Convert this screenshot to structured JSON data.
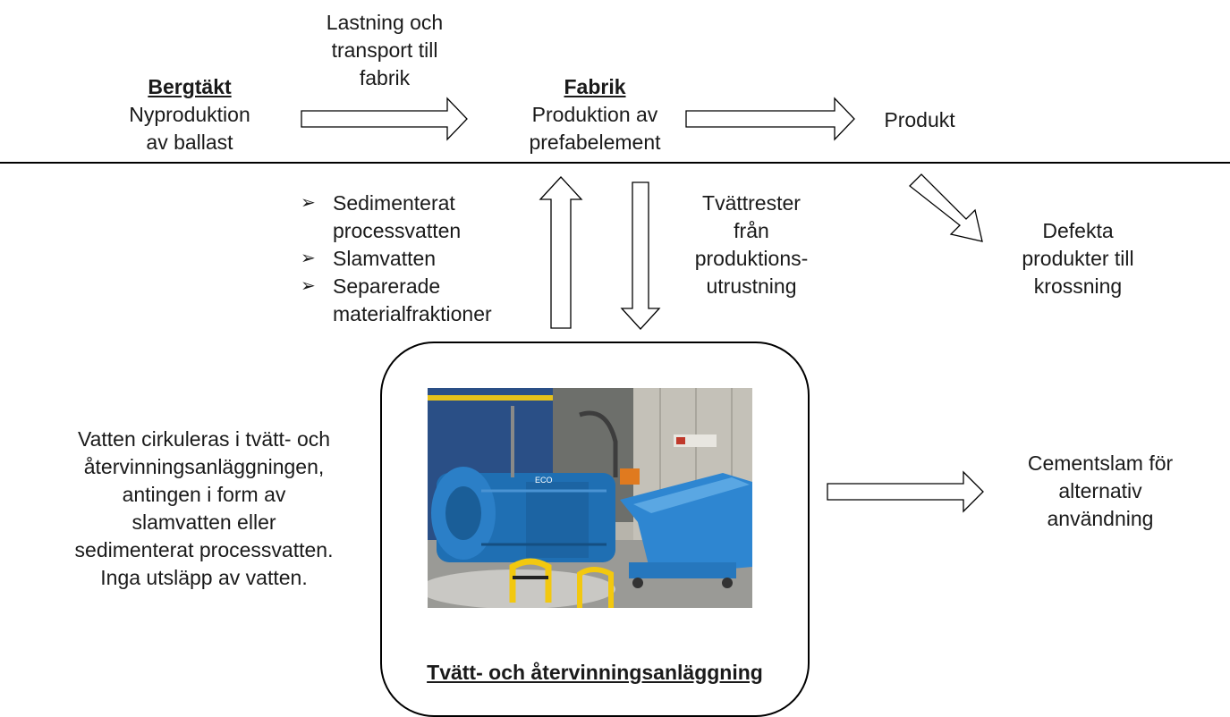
{
  "quarry": {
    "title": "Bergtäkt",
    "lines": [
      "Nyproduktion",
      "av ballast"
    ]
  },
  "transport": {
    "lines": [
      "Lastning och",
      "transport till",
      "fabrik"
    ]
  },
  "factory": {
    "title": "Fabrik",
    "lines": [
      "Produktion av",
      "prefabelement"
    ]
  },
  "product": {
    "label": "Produkt"
  },
  "returns": {
    "items": [
      {
        "lines": [
          "Sedimenterat",
          "processvatten"
        ]
      },
      {
        "lines": [
          "Slamvatten"
        ]
      },
      {
        "lines": [
          "Separerade",
          "materialfraktioner"
        ]
      }
    ]
  },
  "wash_residue": {
    "lines": [
      "Tvättrester",
      "från",
      "produktions-",
      "utrustning"
    ]
  },
  "defects": {
    "lines": [
      "Defekta",
      "produkter till",
      "krossning"
    ]
  },
  "water_note": {
    "lines": [
      "Vatten cirkuleras i tvätt- och",
      "återvinningsanläggningen,",
      "antingen i form av",
      "slamvatten eller",
      "sedimenterat processvatten.",
      "Inga utsläpp av vatten."
    ]
  },
  "plant": {
    "title": "Tvätt- och återvinningsanläggning",
    "photo_brand": "ECO"
  },
  "cement_sludge": {
    "lines": [
      "Cementslam för",
      "alternativ",
      "användning"
    ]
  },
  "colors": {
    "machine_blue": "#1f6fb3",
    "floor": "#9a9a96",
    "wall": "#b7b4ab"
  }
}
